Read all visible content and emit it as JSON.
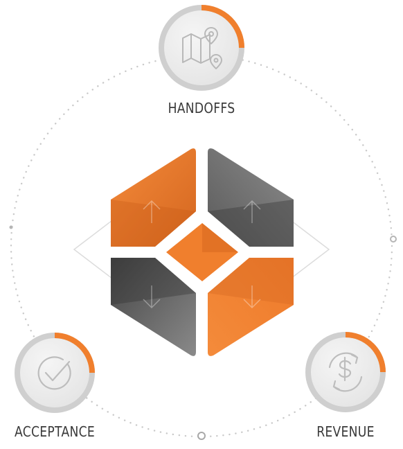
{
  "nodes": [
    {
      "id": "handoffs",
      "label": "HANDOFFS",
      "icon": "map-pin-icon"
    },
    {
      "id": "acceptance",
      "label": "ACCEPTANCE",
      "icon": "checkmark-circle-icon"
    },
    {
      "id": "revenue",
      "label": "REVENUE",
      "icon": "dollar-cycle-icon"
    }
  ],
  "center_graphic": {
    "icon": "hexagon-cube-icon"
  },
  "colors": {
    "accent": "#f07f2d",
    "accent_dark": "#c9601c",
    "gray_dark": "#4f4f4f",
    "gray_mid": "#7a7a7a",
    "ring": "#d3d3d3",
    "circle_fill": "#ececec",
    "dots": "#c9c9c9",
    "label": "#3a3a3a"
  }
}
